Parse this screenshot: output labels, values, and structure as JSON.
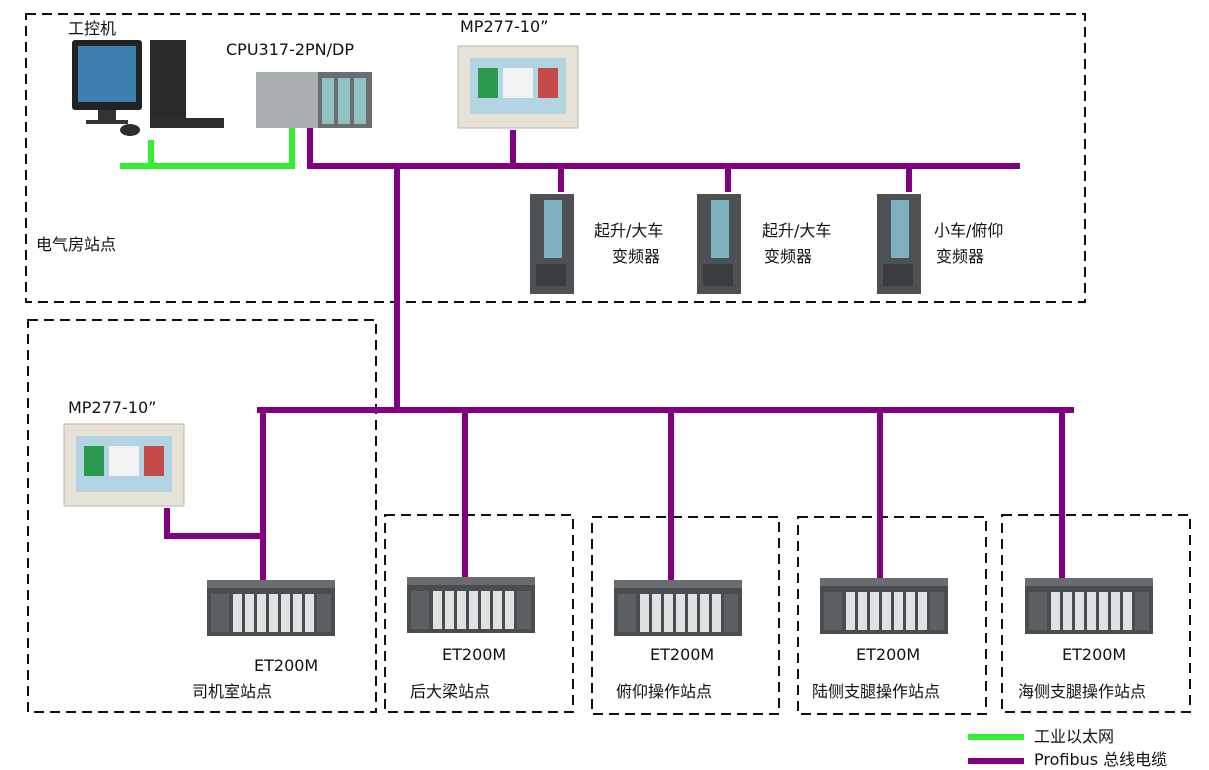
{
  "diagram": {
    "colors": {
      "profibus": "#800080",
      "ethernet": "#33ee33",
      "dash": "#111111"
    },
    "stations": {
      "electrical_room": "电气房站点",
      "driver_cab": "司机室站点",
      "rear_girder": "后大梁站点",
      "luffing": "俯仰操作站点",
      "land_leg": "陆侧支腿操作站点",
      "sea_leg": "海侧支腿操作站点"
    },
    "devices": {
      "ipc": "工控机",
      "cpu": "CPU317-2PN/DP",
      "hmi_top": "MP277-10”",
      "hmi_left": "MP277-10”",
      "vfd1_l1": "起升/大车",
      "vfd1_l2": "变频器",
      "vfd2_l1": "起升/大车",
      "vfd2_l2": "变频器",
      "vfd3_l1": "小车/俯仰",
      "vfd3_l2": "变频器",
      "et1": "ET200M",
      "et2": "ET200M",
      "et3": "ET200M",
      "et4": "ET200M",
      "et5": "ET200M"
    },
    "legend": {
      "ethernet": "工业以太网",
      "profibus": "Profibus 总线电缆"
    }
  }
}
